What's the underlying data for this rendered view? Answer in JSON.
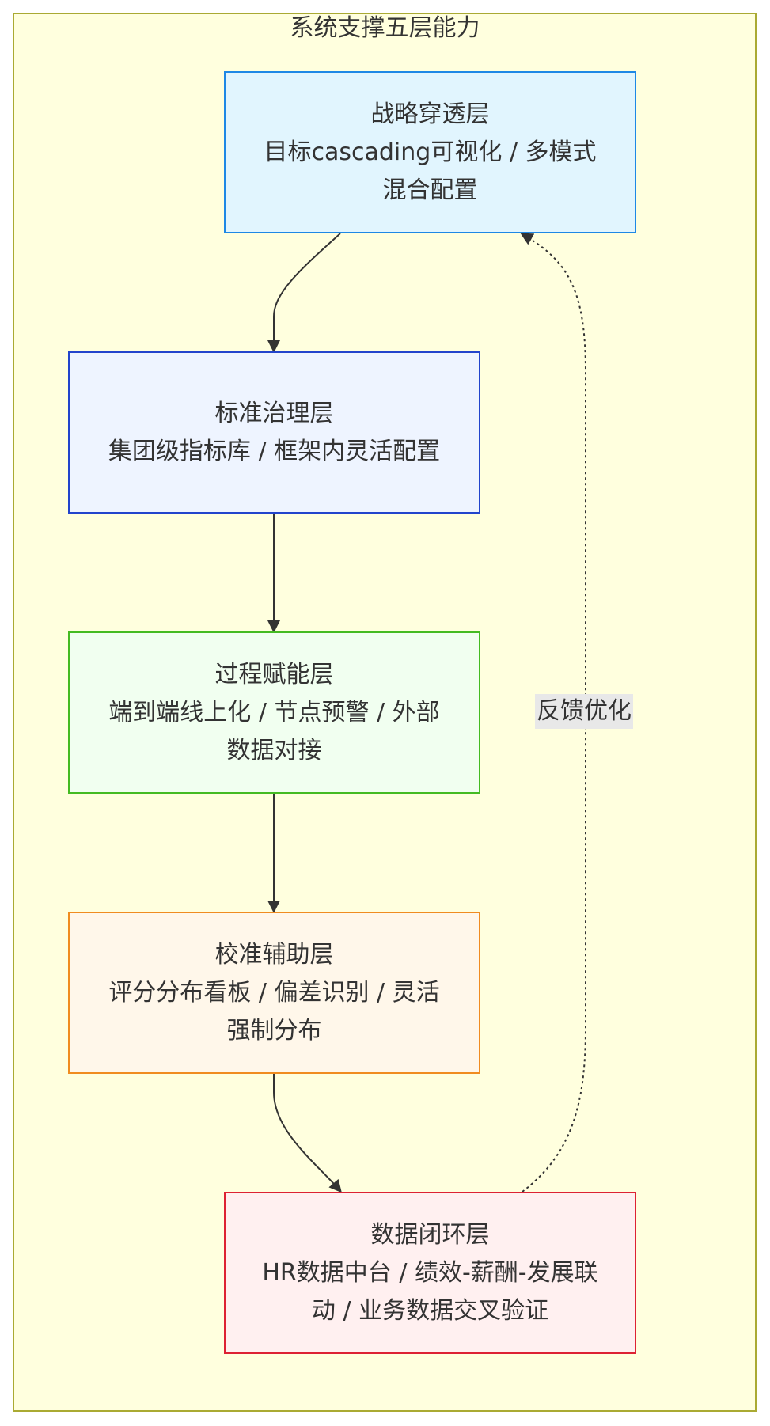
{
  "diagram": {
    "title": "系统支撑五层能力",
    "nodes": [
      {
        "title": "战略穿透层",
        "desc": "目标cascading可视化 / 多模式混合配置"
      },
      {
        "title": "标准治理层",
        "desc": "集团级指标库 / 框架内灵活配置"
      },
      {
        "title": "过程赋能层",
        "desc": "端到端线上化 / 节点预警 / 外部数据对接"
      },
      {
        "title": "校准辅助层",
        "desc": "评分分布看板 / 偏差识别 / 灵活强制分布"
      },
      {
        "title": "数据闭环层",
        "desc": "HR数据中台 / 绩效-薪酬-发展联动 / 业务数据交叉验证"
      }
    ],
    "feedback_label": "反馈优化"
  }
}
